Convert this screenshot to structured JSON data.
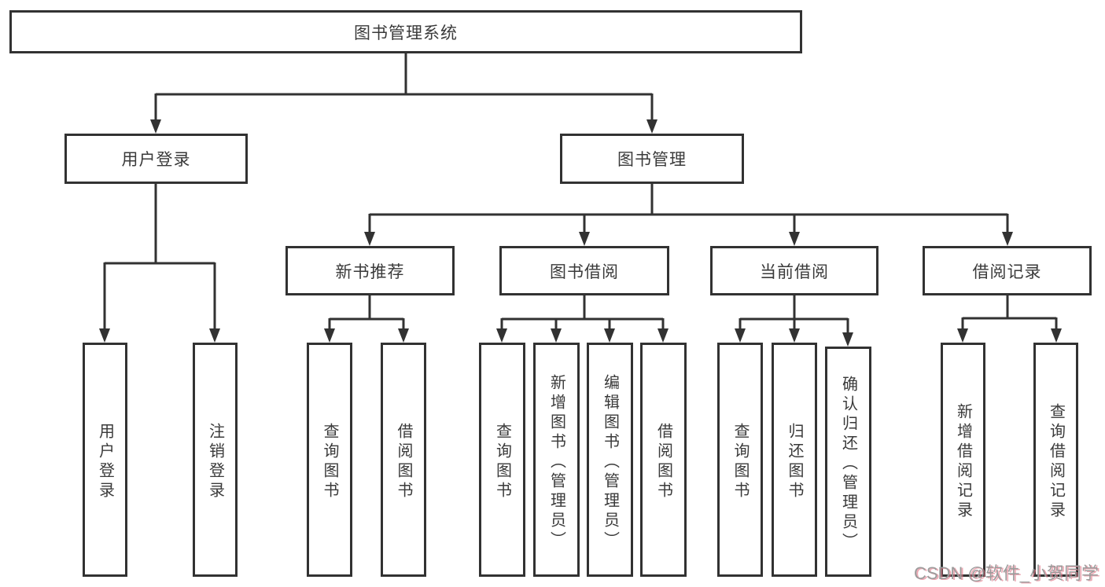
{
  "diagram_title": "图书管理系统",
  "tree": {
    "root": {
      "label": "图书管理系统"
    },
    "branches": [
      {
        "label": "用户登录",
        "children": [
          {
            "label": "用户登录"
          },
          {
            "label": "注销登录"
          }
        ]
      },
      {
        "label": "图书管理",
        "children": [
          {
            "label": "新书推荐",
            "children": [
              {
                "label": "查询图书"
              },
              {
                "label": "借阅图书"
              }
            ]
          },
          {
            "label": "图书借阅",
            "children": [
              {
                "label": "查询图书"
              },
              {
                "label": "新增图书（管理员）"
              },
              {
                "label": "编辑图书（管理员）"
              },
              {
                "label": "借阅图书"
              }
            ]
          },
          {
            "label": "当前借阅",
            "children": [
              {
                "label": "查询图书"
              },
              {
                "label": "归还图书"
              },
              {
                "label": "确认归还（管理员）"
              }
            ]
          },
          {
            "label": "借阅记录",
            "children": [
              {
                "label": "新增借阅记录"
              },
              {
                "label": "查询借阅记录"
              }
            ]
          }
        ]
      }
    ]
  },
  "watermark": {
    "text": "CSDN @软件_小贺同学"
  },
  "colors": {
    "line": "#323232",
    "box_border": "#323232",
    "box_fill": "#ffffff",
    "text": "#3a3a3a",
    "watermark_text": "#9c9c9c"
  }
}
